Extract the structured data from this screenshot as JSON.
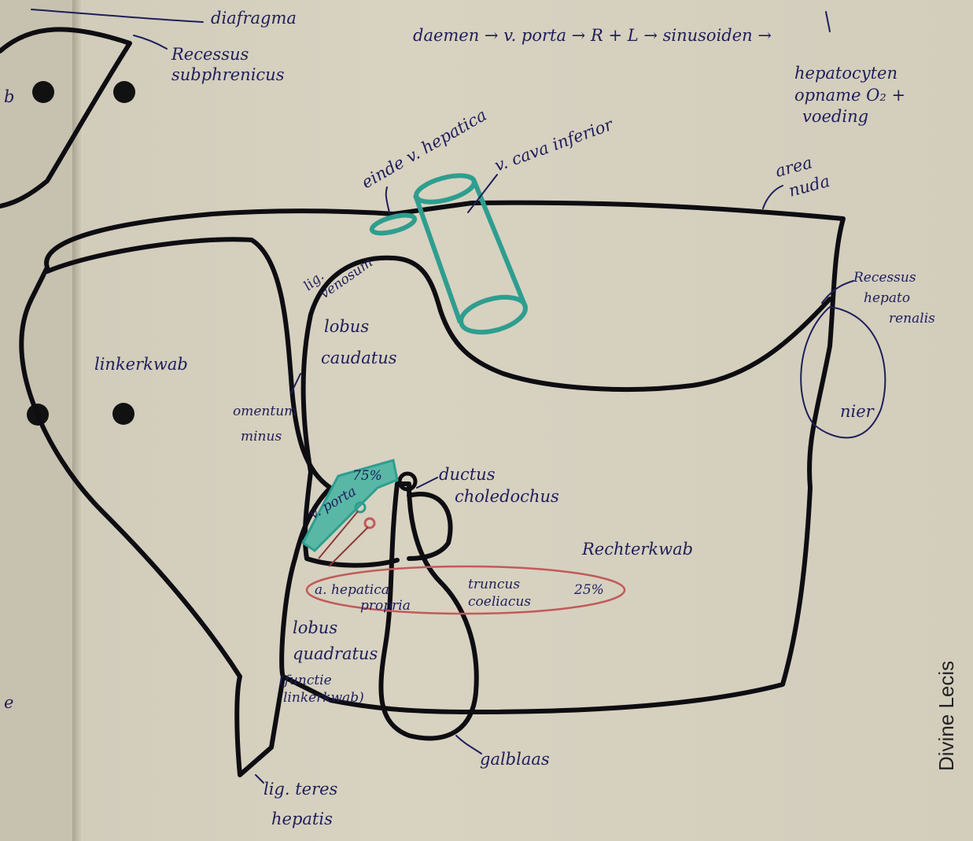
{
  "labels": {
    "diafragma": "diafragma",
    "recessus_1": "Recessus",
    "recessus_2": "subphrenicus",
    "flow": "daemen → v. porta → R + L → sinusoiden →",
    "hepatocyten_1": "hepatocyten",
    "hepatocyten_2": "opname O₂ +",
    "hepatocyten_3": "voeding",
    "v_hepatica": "einde v. hepatica",
    "v_cava": "v. cava inferior",
    "area_nuda_1": "area",
    "area_nuda_2": "nuda",
    "lig_venosum_1": "lig.",
    "lig_venosum_2": "venosum",
    "lobus_caudatus_1": "lobus",
    "lobus_caudatus_2": "caudatus",
    "linkerkwab": "linkerkwab",
    "omentum_1": "omentum",
    "omentum_2": "minus",
    "recessus_hep_1": "Recessus",
    "recessus_hep_2": "hepato",
    "recessus_hep_3": "renalis",
    "nier": "nier",
    "pct75": "75%",
    "v_porta": "v. porta",
    "ductus_1": "ductus",
    "ductus_2": "choledochus",
    "rechterkwab": "Rechterkwab",
    "a_hepatica_1": "a. hepatica",
    "a_hepatica_2": "propria",
    "truncus_1": "truncus",
    "truncus_2": "coeliacus",
    "pct25": "25%",
    "lobus_quadratus_1": "lobus",
    "lobus_quadratus_2": "quadratus",
    "functie_1": "(functie",
    "functie_2": "linkerkwab)",
    "galblaas": "galblaas",
    "lig_teres_1": "lig. teres",
    "lig_teres_2": "hepatis",
    "left_fragment_1": "b",
    "left_fragment_2": "e",
    "credit": "Divine Lecis"
  },
  "colors": {
    "ink": "#0d0d12",
    "handwriting": "#1e1e5a",
    "vein_teal": "#2e9e8f",
    "artery_red": "#c25a5a",
    "paper": "#d8d2c1"
  }
}
